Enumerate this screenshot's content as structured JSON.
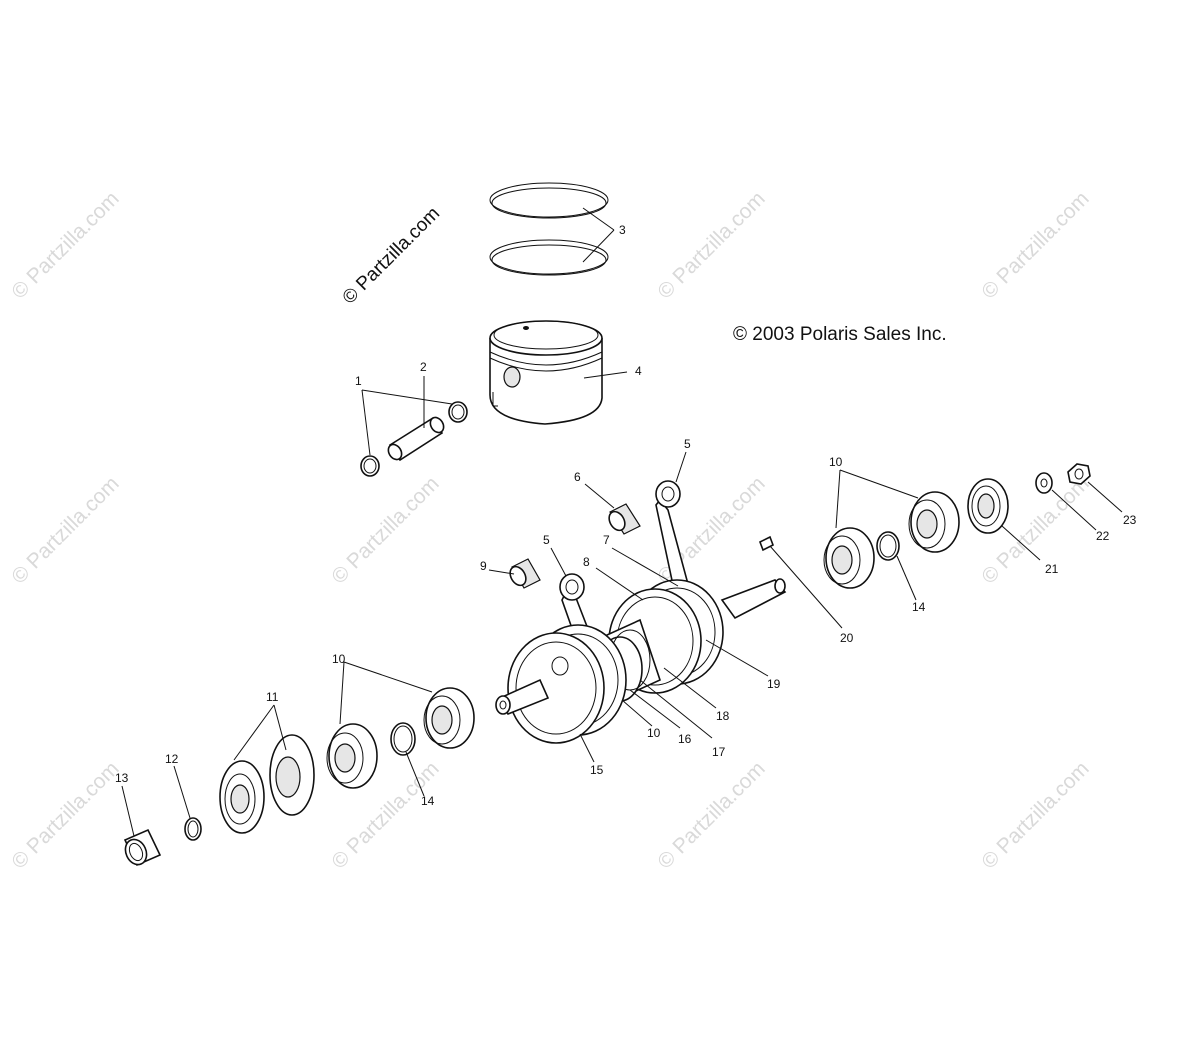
{
  "diagram": {
    "copyright": "© 2003 Polaris Sales Inc.",
    "watermark_main": "© Partzilla.com",
    "watermark_repeat": "© Partzilla.com",
    "callouts": [
      "1",
      "2",
      "3",
      "4",
      "5",
      "5",
      "6",
      "7",
      "8",
      "9",
      "10",
      "10",
      "10",
      "11",
      "12",
      "13",
      "14",
      "14",
      "15",
      "16",
      "17",
      "18",
      "19",
      "20",
      "21",
      "22",
      "23"
    ]
  }
}
